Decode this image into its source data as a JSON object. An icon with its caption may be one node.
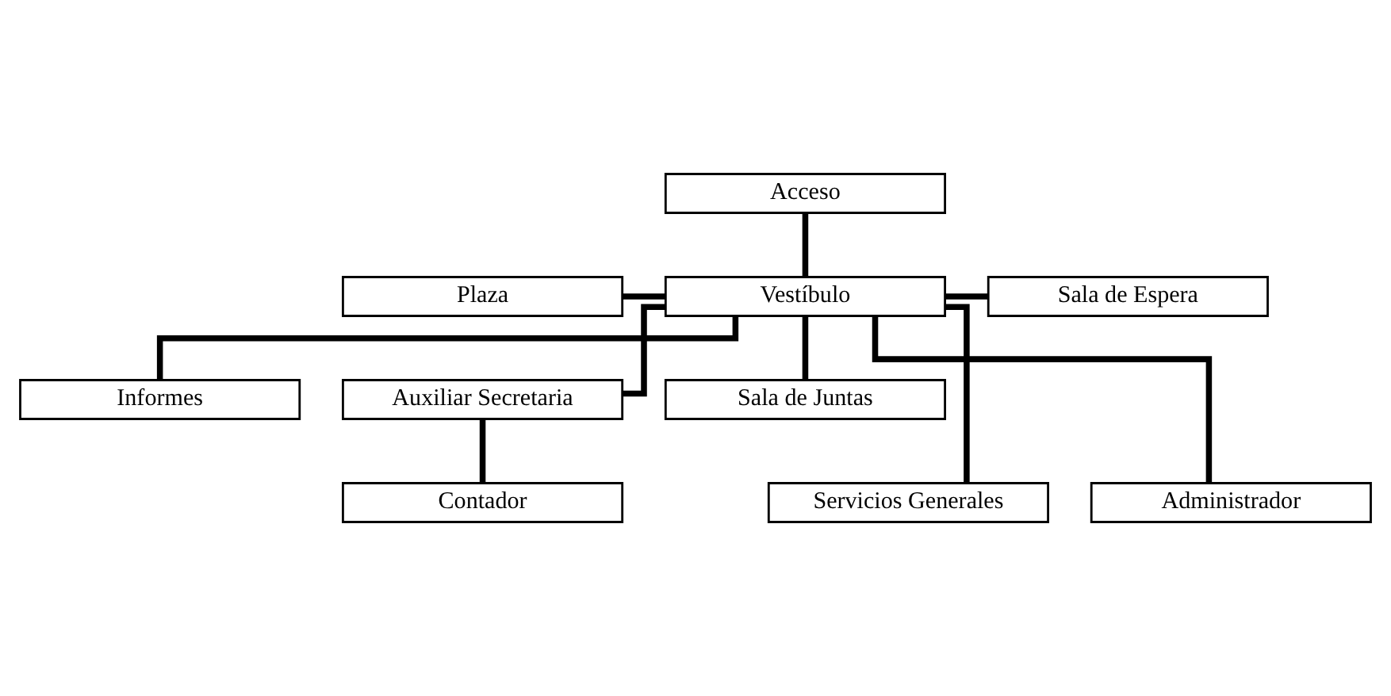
{
  "diagram": {
    "nodes": [
      {
        "text": [
          "Acceso"
        ]
      },
      {
        "text": [
          "Plaza"
        ]
      },
      {
        "text": [
          "Vestíbulo"
        ]
      },
      {
        "text": [
          "Sala de Espera"
        ]
      },
      {
        "text": [
          "Informes"
        ]
      },
      {
        "text": [
          "Auxiliar Secretaria"
        ]
      },
      {
        "text": [
          "Sala de Juntas"
        ]
      },
      {
        "text": [
          "Servicios Generales"
        ]
      },
      {
        "text": [
          "Contador"
        ]
      },
      {
        "text": [
          "Administrador"
        ]
      }
    ],
    "edges": [
      {
        "from": 0,
        "to": 2,
        "arrow": "none"
      },
      {
        "from": 1,
        "to": 2,
        "arrow": "none"
      },
      {
        "from": 2,
        "to": 3,
        "arrow": "none"
      },
      {
        "from": 2,
        "to": 4,
        "arrow": "none"
      },
      {
        "from": 2,
        "to": 5,
        "arrow": "none"
      },
      {
        "from": 2,
        "to": 6,
        "arrow": "none"
      },
      {
        "from": 2,
        "to": 7,
        "arrow": "none"
      },
      {
        "from": 5,
        "to": 8,
        "arrow": "none"
      },
      {
        "from": 2,
        "to": 9,
        "arrow": "none"
      }
    ]
  }
}
